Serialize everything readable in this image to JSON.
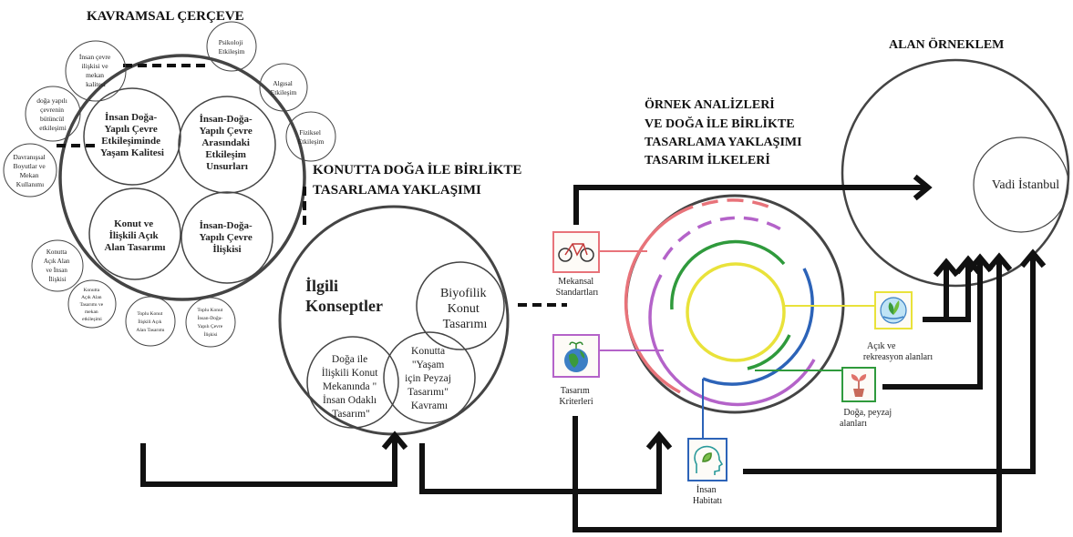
{
  "titles": {
    "kavramsal": "KAVRAMSAL ÇERÇEVE",
    "konutta": [
      "KONUTTA DOĞA İLE BİRLİKTE",
      "TASARLAMA YAKLAŞIMI"
    ],
    "ornek": [
      "ÖRNEK ANALİZLERİ",
      "VE DOĞA İLE BİRLİKTE",
      "TASARLAMA YAKLAŞIMI",
      "TASARIM İLKELERİ"
    ],
    "alan": "ALAN ÖRNEKLEM"
  },
  "framework": {
    "inner": [
      [
        "İnsan Doğa-",
        "Yapılı Çevre",
        "Etkileşiminde",
        "Yaşam Kalitesi"
      ],
      [
        "İnsan-Doğa-",
        "Yapılı Çevre",
        "Arasındaki",
        "Etkileşim",
        "Unsurları"
      ],
      [
        "Konut ve",
        "İlişkili Açık",
        "Alan Tasarımı"
      ],
      [
        "İnsan-Doğa-",
        "Yapılı Çevre",
        "İlişkisi"
      ]
    ],
    "satellites": [
      [
        "Psikoloji",
        "Etkileşim"
      ],
      [
        "Algısal",
        "Etkileşim"
      ],
      [
        "Fiziksel",
        "Etkileşim"
      ],
      [
        "İnsan çevre",
        "ilişkisi ve",
        "mekan",
        "kalitesi"
      ],
      [
        "doğa yapılı",
        "çevrenin",
        "bütüncül",
        "etkileşimi"
      ],
      [
        "Davranışsal",
        "Boyutlar ve",
        "Mekan",
        "Kullanımı"
      ],
      [
        "Konutta",
        "Açık Alan",
        "ve İnsan",
        "İlişkisi"
      ],
      [
        "Konutta",
        "Açık Alan",
        "Tasarımı ve",
        "mekan",
        "etkileşimi"
      ],
      [
        "Toplu Konut",
        "İlişkili Açık",
        "Alan Tasarımı"
      ],
      [
        "Toplu Konut",
        "İnsan-Doğa-",
        "Yapılı Çevre",
        "İlişkisi"
      ]
    ]
  },
  "concepts": {
    "main": [
      "İlgili",
      "Konseptler"
    ],
    "biyofilik": [
      "Biyofilik",
      "Konut",
      "Tasarımı"
    ],
    "doga": [
      "Doğa ile",
      "İlişkili Konut",
      "Mekanında \"",
      "İnsan Odaklı",
      "Tasarım\""
    ],
    "yasam": [
      "Konutta",
      "\"Yaşam",
      "için Peyzaj",
      "Tasarımı\"",
      "Kavramı"
    ]
  },
  "principles": {
    "mekansal": [
      "Mekansal",
      "Standartları"
    ],
    "kriter": [
      "Tasarım",
      "Kriterleri"
    ],
    "habitat": [
      "İnsan",
      "Habitatı"
    ],
    "acik": [
      "Açık ve",
      "rekreasyon alanları"
    ],
    "peyzaj": [
      "Doğa, peyzaj",
      "alanları"
    ]
  },
  "site": {
    "vadi": "Vadi İstanbul"
  },
  "colors": {
    "red": "#e8737a",
    "purple": "#b463c9",
    "green": "#2f9a3c",
    "yellow": "#e9e23a",
    "blue": "#2c63b8",
    "text": "#222222",
    "line": "#111111"
  },
  "icons": [
    "bicycle-icon",
    "earth-icon",
    "head-leaf-icon",
    "leaf-water-icon",
    "sprout-icon"
  ]
}
